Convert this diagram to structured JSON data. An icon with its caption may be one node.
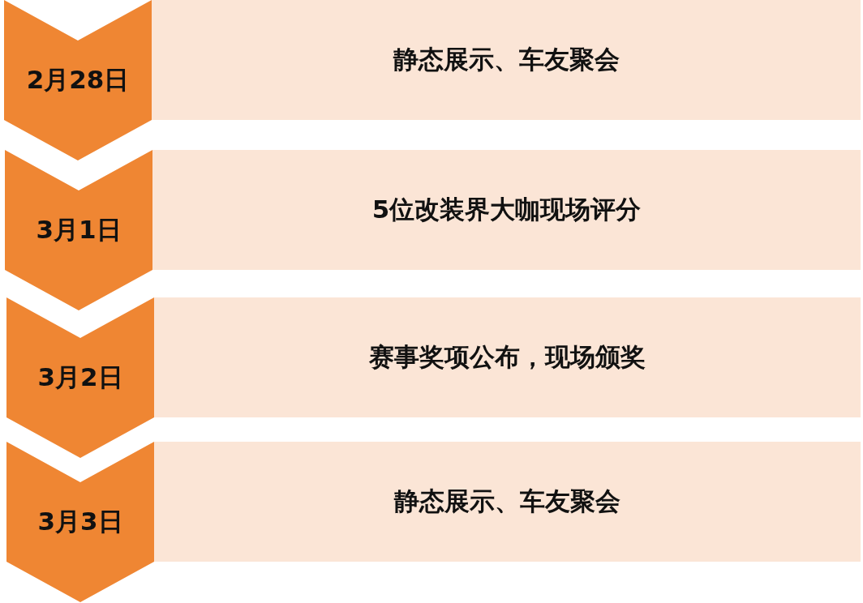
{
  "diagram": {
    "nodes": [
      {
        "text": [
          "2月28日"
        ]
      },
      {
        "text": [
          "静态展示、车友聚会"
        ]
      },
      {
        "text": [
          "3月1日"
        ]
      },
      {
        "text": [
          "5位改装界大咖现场评分"
        ]
      },
      {
        "text": [
          "3月2日"
        ]
      },
      {
        "text": [
          "赛事奖项公布，现场颁奖"
        ]
      },
      {
        "text": [
          "3月3日"
        ]
      },
      {
        "text": [
          "静态展示、车友聚会"
        ]
      }
    ],
    "edges": []
  }
}
